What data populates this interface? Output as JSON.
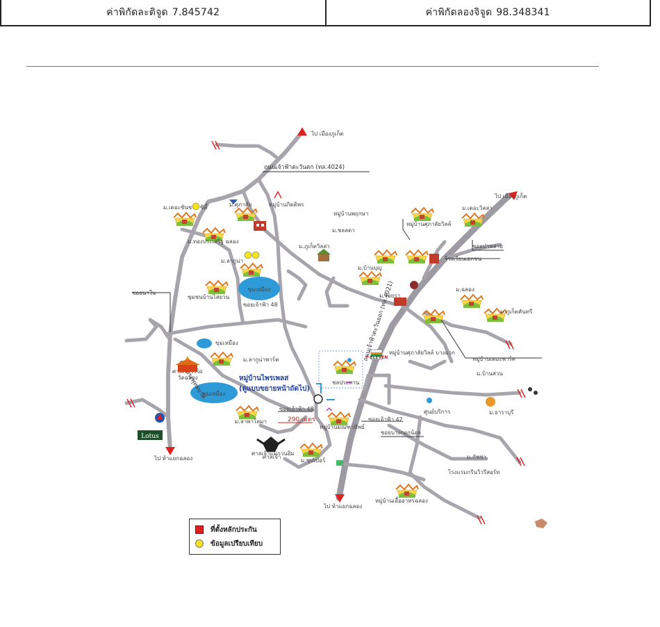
{
  "header": {
    "latitude_label": "ค่าพิกัดละติจูด",
    "latitude_value": "7.845742",
    "longitude_label": "ค่าพิกัดลองจิจูด",
    "longitude_value": "98.348341"
  },
  "map": {
    "road_labels": {
      "north": "ถนนเจ้าฟ้าตะวันตก (ทล.4024)",
      "main_highway": "ถนนเจ้าฟ้าตะวันออก (ทล.4021)",
      "west_road": "ถนนพระพุทธบาท",
      "to_phuket_nw": "ไป เมืองภูเก็ต",
      "to_phuket_ne": "ไป เมืองภูเก็ต",
      "to_chalong_left": "ไป ห้าแยกฉลอง",
      "to_chalong_right": "ไป ห้าแยกฉลอง"
    },
    "subject": {
      "name": "หมู่บ้านไพรเพลส",
      "note": "(ดูแบบขยายหน้าถัดไป)",
      "distance": "290 เมตร",
      "soi": "ซอยเจ้าฟ้า 48"
    },
    "places": {
      "reservoir_1": "ขุมเหมือง",
      "reservoir_2": "ขุมเหมือง",
      "reservoir_small": "ขุมเหมือง",
      "temple": "วัดฉลอง",
      "temple_garuda": "ศาลเจ้า",
      "lotus": "Lotus",
      "mall": "7-ELEVEN"
    },
    "labels": [
      "ม.เดอะซันชาย ซิตี้",
      "ม.ศุภาลัย",
      "ม.ทองประเสริฐ ฉลอง",
      "หมู่บ้านกิตติพร",
      "ม.ลากูน่า",
      "ชุมชนบ้านไสยวน",
      "ม.ภูเก็ตวิลล่า",
      "หมู่บ้านพฤกษา",
      "ม.บ้านบุญ",
      "ม.ชลลดา",
      "หมู่บ้านศุภาลัยวิลล์",
      "ซอยป่าหล่าย",
      "โรงเรียนเอกชน",
      "หมู่บ้านเอื้ออาทรฉลอง",
      "ม.เดอะวิลล่า",
      "ม.ภูเก็ตคันทรี",
      "ม.ฉลอง",
      "ม.ไอยรา",
      "ม.ลาพาโลมา",
      "หมู่บ้านเดอะพาร์ค",
      "ม.บ้านสวน",
      "ม.ลากูน่าพาร์ค",
      "ม.ซุปเปอร์",
      "หมู่บ้านมณฑาทิพย์",
      "ม.กัซซ่า",
      "หมู่บ้านศุภาลัยวิลล์ บางแวก",
      "ซอยเจ้าฟ้า 42",
      "ซอยบางกอกน้อย",
      "ซอยเจ้าฟ้า 48",
      "ศาลเจ้าแม่กวนอิม",
      "ซอยนาใน",
      "ม.ธาราบุรี",
      "ศูนย์บริการ",
      "โรงแรมกรีนวิวรีสอร์ท",
      "ชลประทาน",
      "ศาลเจ้าไร่ไผ่"
    ]
  },
  "legend": {
    "collateral": "ที่ตั้งหลักประกัน",
    "comparison": "ข้อมูลเปรียบเทียบ"
  },
  "colors": {
    "road": "#a7a4ab",
    "water": "#2f9ad8",
    "collateral": "#e02020",
    "comparison": "#f5e21a",
    "subject_text": "#1e3f9e"
  }
}
